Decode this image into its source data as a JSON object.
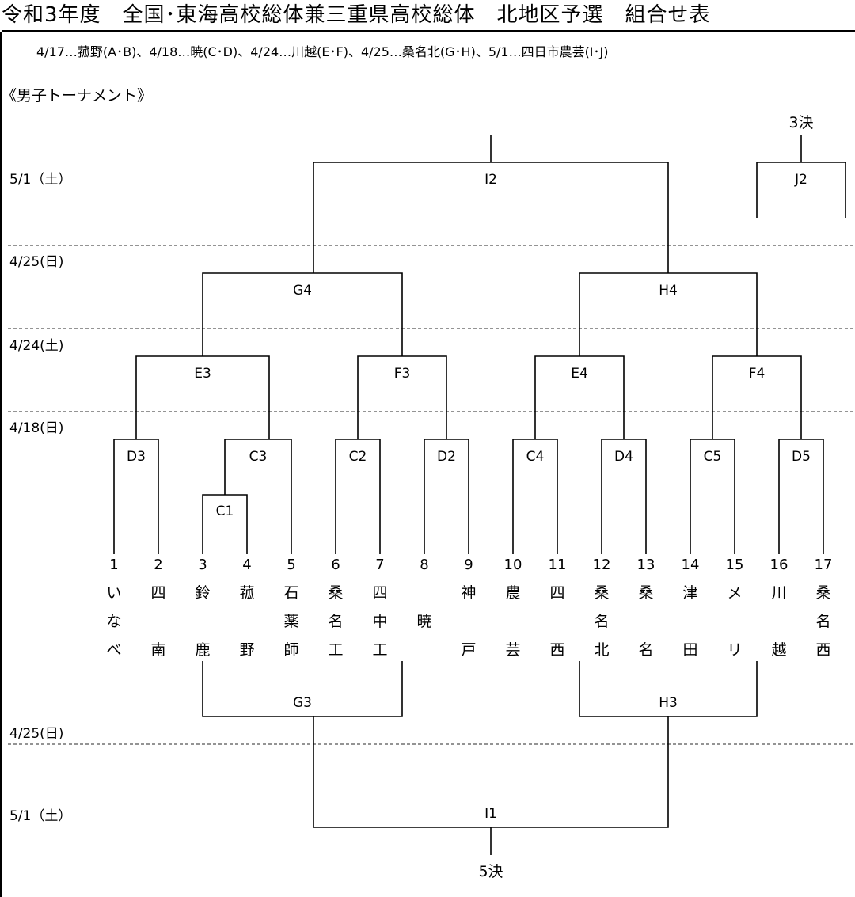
{
  "title": "令和3年度　全国･東海高校総体兼三重県高校総体　北地区予選　組合せ表",
  "schedule": "4/17…菰野(A･B)、4/18…暁(C･D)、4/24…川越(E･F)、4/25…桑名北(G･H)、5/1…四日市農芸(I･J)",
  "section": "《男子トーナメント》",
  "dates": [
    "5/1（土）",
    "4/25(日)",
    "4/24(土)",
    "4/18(日)",
    "4/25(日)",
    "5/1（土）"
  ],
  "labels": {
    "I2": "I2",
    "J2": "J2",
    "third": "3決",
    "G4": "G4",
    "H4": "H4",
    "E3": "E3",
    "F3": "F3",
    "E4": "E4",
    "F4": "F4",
    "D3": "D3",
    "C3": "C3",
    "C2": "C2",
    "D2": "D2",
    "C4": "C4",
    "D4": "D4",
    "C5": "C5",
    "D5": "D5",
    "C1": "C1",
    "G3": "G3",
    "H3": "H3",
    "I1": "I1",
    "fifth": "5決"
  },
  "teams": [
    {
      "no": "1",
      "name": "いなべ"
    },
    {
      "no": "2",
      "name": "四南"
    },
    {
      "no": "3",
      "name": "鈴鹿"
    },
    {
      "no": "4",
      "name": "菰野"
    },
    {
      "no": "5",
      "name": "石薬師"
    },
    {
      "no": "6",
      "name": "桑名工"
    },
    {
      "no": "7",
      "name": "四中工"
    },
    {
      "no": "8",
      "name": "暁"
    },
    {
      "no": "9",
      "name": "神戸"
    },
    {
      "no": "10",
      "name": "農芸"
    },
    {
      "no": "11",
      "name": "四西"
    },
    {
      "no": "12",
      "name": "桑名北"
    },
    {
      "no": "13",
      "name": "桑名"
    },
    {
      "no": "14",
      "name": "津田"
    },
    {
      "no": "15",
      "name": "メリ"
    },
    {
      "no": "16",
      "name": "川越"
    },
    {
      "no": "17",
      "name": "桑名西"
    }
  ]
}
